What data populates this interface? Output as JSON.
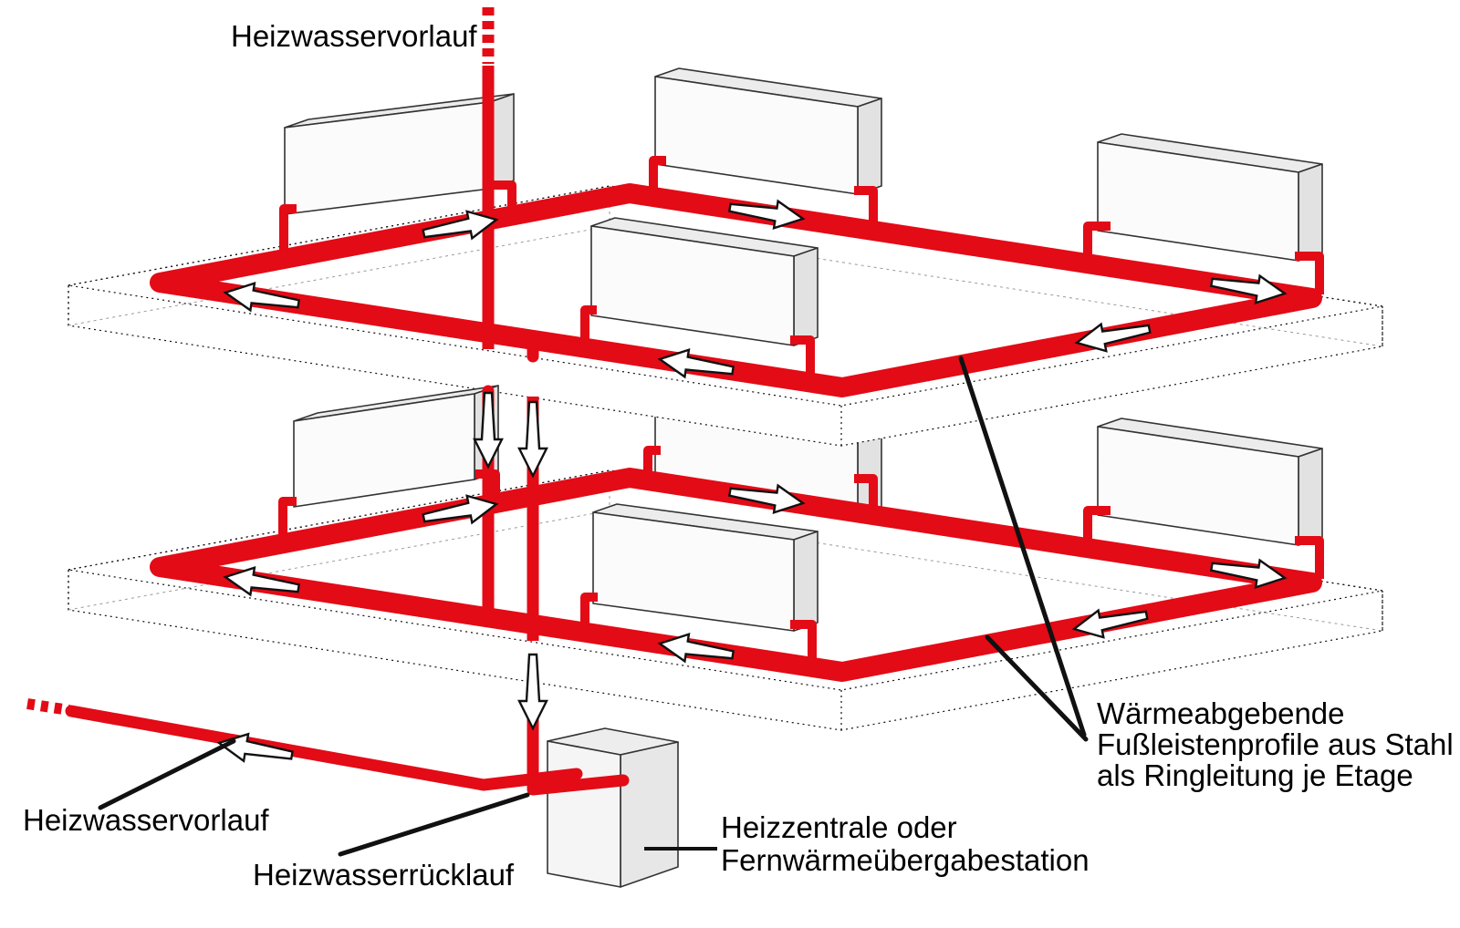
{
  "diagram": {
    "title_implicit": "",
    "labels": {
      "supply_top": "Heizwasservorlauf",
      "supply_bottom": "Heizwasservorlauf",
      "return_bottom": "Heizwasserrücklauf",
      "station_line1": "Heizzentrale oder",
      "station_line2": "Fernwärmeübergabestation",
      "ring_line1": "Wärmeabgebende",
      "ring_line2": "Fußleistenprofile aus Stahl",
      "ring_line3": "als Ringleitung je Etage"
    },
    "colors": {
      "pipe_red": "#e30b16",
      "line_black": "#111111",
      "radiator_front": "#fbfbfb",
      "radiator_top": "#ececec",
      "radiator_side": "#e2e2e2",
      "box_front": "#f5f5f5",
      "box_top": "#ededed",
      "box_side": "#e7e7e7",
      "label_color": "#000000"
    },
    "icons": {
      "flow_arrow": "white outlined arrow showing water flow direction",
      "down_arrow": "white outlined arrow showing downward flow in riser"
    },
    "structure": {
      "floors": 2,
      "radiators_per_floor": 4,
      "rings_per_floor": 1
    }
  }
}
